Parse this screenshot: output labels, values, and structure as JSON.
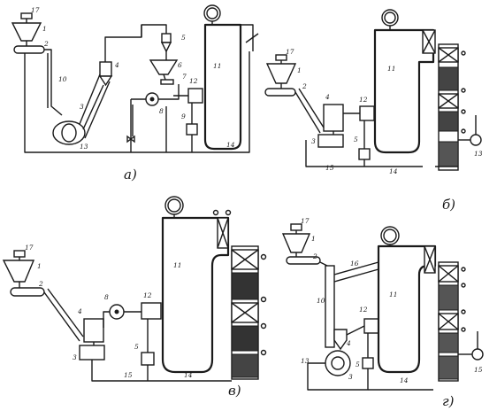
{
  "panels": [
    {
      "id": "a",
      "label": "а)"
    },
    {
      "id": "b",
      "label": "б)"
    },
    {
      "id": "v",
      "label": "в)"
    },
    {
      "id": "g",
      "label": "г)"
    }
  ],
  "numbers": {
    "a": [
      "17",
      "1",
      "2",
      "10",
      "3",
      "4",
      "5",
      "6",
      "7",
      "8",
      "9",
      "12",
      "11",
      "13",
      "14"
    ],
    "b": [
      "17",
      "1",
      "2",
      "4",
      "3",
      "12",
      "5",
      "11",
      "15",
      "14",
      "13"
    ],
    "v": [
      "17",
      "1",
      "2",
      "4",
      "3",
      "8",
      "12",
      "5",
      "11",
      "15",
      "14"
    ],
    "g": [
      "17",
      "1",
      "2",
      "16",
      "11",
      "10",
      "12",
      "4",
      "5",
      "13",
      "3",
      "14",
      "15"
    ]
  }
}
